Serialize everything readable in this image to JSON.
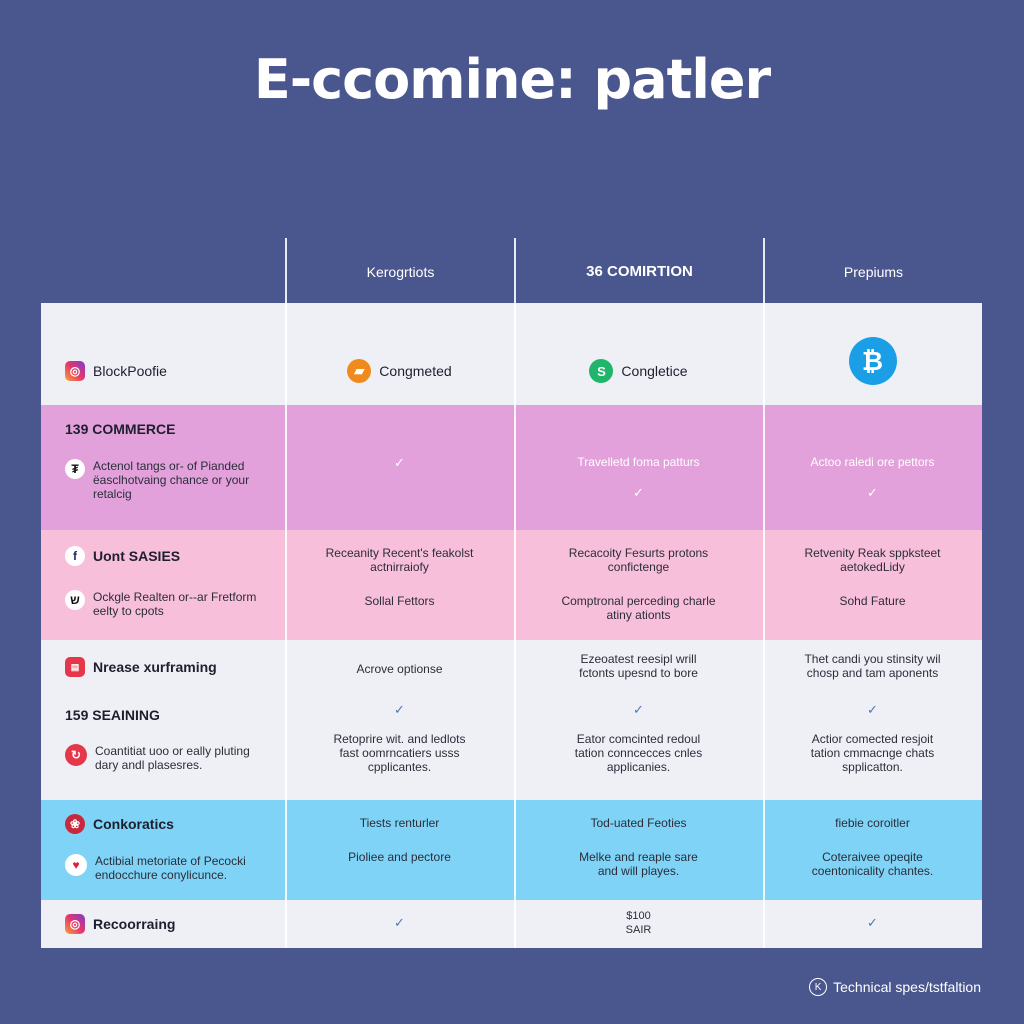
{
  "title": "E-ccomine:  patler",
  "columns": [
    {
      "label": "Kerogrtiots",
      "bold": false
    },
    {
      "label": "36 COMIRTION",
      "bold": true
    },
    {
      "label": "Prepiums",
      "bold": false
    }
  ],
  "rows": {
    "profile": {
      "label": "BlockPoofie",
      "icon": "instagram-icon",
      "cells": [
        {
          "badge_label": "Congmeted",
          "icon": "chat-bubble-icon",
          "color": "#f08a1c"
        },
        {
          "badge_label": "Congletice",
          "icon": "dollar-icon",
          "color": "#1fb56a"
        },
        {
          "icon": "bitcoin-icon",
          "color": "#1a9fe6",
          "glyph": "₿"
        }
      ]
    },
    "commerce": {
      "section": "139 COMMERCE",
      "item_desc": "Actenol tangs or- of Pianded ëasclhotvaing chance or your retalcig",
      "item_icon": "tiktok-icon",
      "cells": [
        {
          "check": "✓"
        },
        {
          "text": "Travelletd foma patturs",
          "check": "✓"
        },
        {
          "text": "Actoo raledi ore pettors",
          "check": "✓"
        }
      ]
    },
    "sales": {
      "label": "Uont SASIES",
      "icon": "facebook-icon",
      "item_desc": "Ockgle Realten or--ar Fretform eelty to cpots",
      "item_icon": "brand-icon",
      "cells": [
        {
          "top": "Receanity Recent's feakolst actnirraiofy",
          "bottom": "Sollal Fettors"
        },
        {
          "top": "Recacoity Fesurts protons confictenge",
          "bottom": "Comptronal perceding charle atiny ationts"
        },
        {
          "top": "Retvenity Reak sppksteet aetokedLidy",
          "bottom": "Sohd Fature"
        }
      ]
    },
    "framing": {
      "label": "Nrease xurframing",
      "icon": "card-icon",
      "section": "159 SEAINING",
      "item_desc": "Coantitiat uoo or eally pluting dary andl plasesres.",
      "item_icon": "refresh-icon",
      "cells": [
        {
          "top": "Acrove optionse",
          "check": "✓",
          "bottom": "Retoprire wit. and ledlots fast oomrncatiers usss cpplicantes."
        },
        {
          "top": "Ezeoatest reesipl wrill fctonts upesnd to bore",
          "check": "✓",
          "bottom": "Eator comcinted redoul tation conncecces cnles applicanies."
        },
        {
          "top": "Thet candi you stinsity wil chosp and tam aponents",
          "check": "✓",
          "bottom": "Actior comected resjoit tation cmmacnge chats spplicatton."
        }
      ]
    },
    "analytics": {
      "label": "Conkoratics",
      "icon": "brain-icon",
      "item_desc": "Actibial metoriate of Pecocki endocchure conylicunce.",
      "item_icon": "heart-icon",
      "cells": [
        {
          "top": "Tiests renturler",
          "bottom": "Pioliee and pectore"
        },
        {
          "top": "Tod-uated Feoties",
          "bottom": "Melke and reaple sare and will playes."
        },
        {
          "top": "fiebie coroitler",
          "bottom": "Coteraivee opeqite coentonicality chantes."
        }
      ]
    },
    "recording": {
      "label": "Recoorraing",
      "icon": "instagram-icon",
      "cells": [
        {
          "check": "✓"
        },
        {
          "price": "$100",
          "price_sub": "SAIR"
        },
        {
          "check": "✓"
        }
      ]
    }
  },
  "footer": {
    "label": "Technical spes/tstfaltion",
    "icon": "k-circle-icon",
    "glyph": "K"
  }
}
